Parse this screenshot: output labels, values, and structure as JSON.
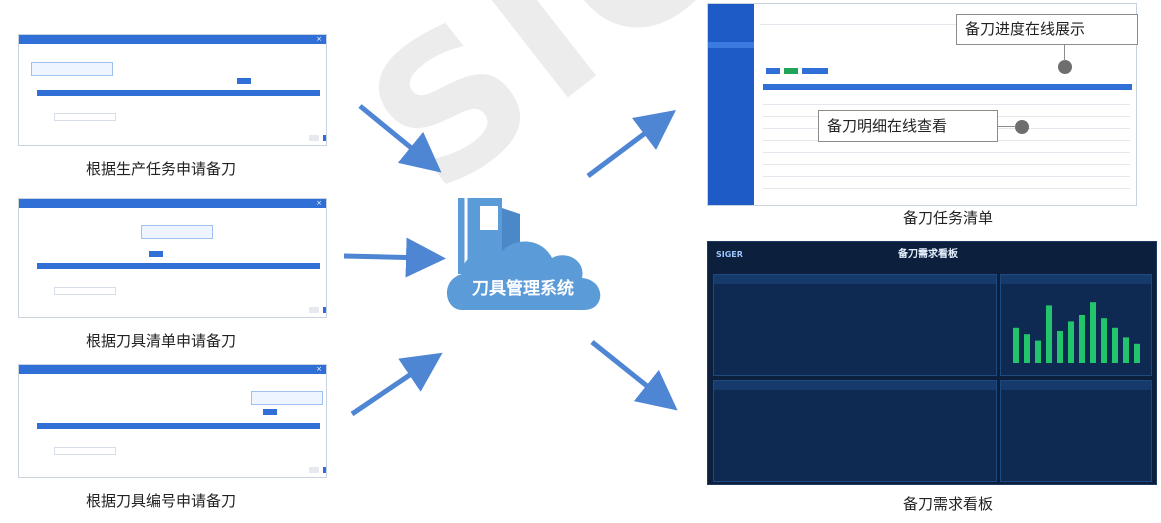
{
  "captions": {
    "apply_by_task": "根据生产任务申请备刀",
    "apply_by_list": "根据刀具清单申请备刀",
    "apply_by_code": "根据刀具编号申请备刀",
    "task_list": "备刀任务清单",
    "demand_board": "备刀需求看板"
  },
  "callouts": {
    "progress": "备刀进度在线展示",
    "detail": "备刀明细在线查看"
  },
  "system": {
    "title": "刀具管理系统"
  },
  "dashboard": {
    "title": "备刀需求看板",
    "brand": "SIGER",
    "bar_values": [
      0.55,
      0.45,
      0.35,
      0.9,
      0.5,
      0.65,
      0.75,
      0.95,
      0.7,
      0.55,
      0.4,
      0.3
    ]
  },
  "colors": {
    "arrow": "#4f86d4",
    "icon_blue": "#5b9bd8",
    "accent": "#2f6fd6",
    "bars": "#22c56b",
    "dashboard_bg": "#0c1f3c"
  }
}
